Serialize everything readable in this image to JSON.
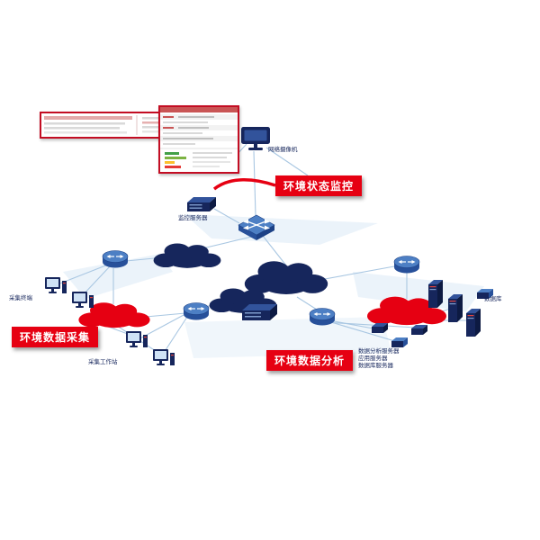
{
  "badges": {
    "status_monitoring": "环境状态监控",
    "data_collection": "环境数据采集",
    "data_analysis": "环境数据分析"
  },
  "labels": {
    "camera": "网络摄像机",
    "monitor_server": "监控服务器",
    "left_terminals": "采集终端",
    "bottom_left_terminals": "采集工作站",
    "analysis_line1": "数据分析服务器",
    "analysis_line2": "应用服务器",
    "analysis_line3": "数据库服务器",
    "right_database": "数据库"
  },
  "icons": {
    "camera": "network-camera-icon",
    "switch": "switch-icon",
    "router": "router-icon",
    "workstation": "workstation-icon",
    "server": "server-icon",
    "cloud": "network-cloud"
  },
  "colors": {
    "accent_red": "#e60012",
    "navy": "#16265c",
    "device_blue": "#4d7fc4",
    "device_blue_dark": "#27509a",
    "line_blue": "#a9c7e2",
    "region_blue": "#d7e7f5",
    "window_border_red": "#c30d23"
  }
}
